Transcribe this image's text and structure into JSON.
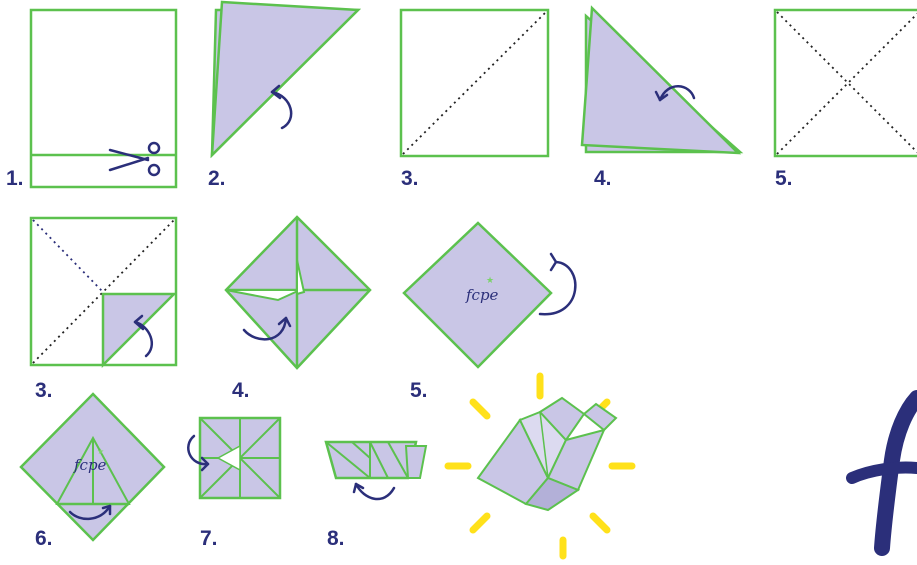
{
  "steps_row1": [
    "1.",
    "2.",
    "3.",
    "4.",
    "5."
  ],
  "steps_row2": [
    "3.",
    "4.",
    "5."
  ],
  "steps_row3": [
    "6.",
    "7.",
    "8."
  ],
  "logo_text": "fcpe",
  "colors": {
    "paper_green": "#5cc14e",
    "paper_fill": "#c9c6e6",
    "arrow_blue": "#2b2f7a",
    "crease_dots": "#222222",
    "ray_yellow": "#ffe11a",
    "star_green": "#7bd36a"
  },
  "icons": [
    "scissors-icon",
    "fold-arrow-icon",
    "rotate-arrow-icon"
  ]
}
